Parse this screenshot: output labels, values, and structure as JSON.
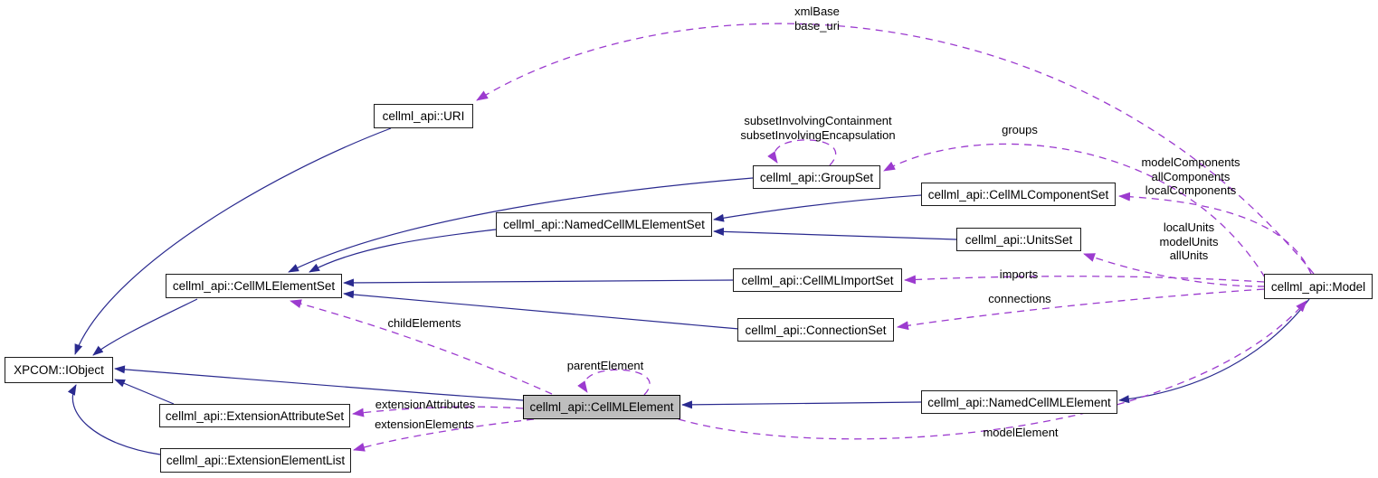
{
  "colors": {
    "inheritance_edge": "#2a2a8f",
    "usage_edge": "#9c3bcf",
    "node_border": "#1c1c1c",
    "node_fill": "#ffffff",
    "highlight_fill": "#bebebe",
    "background": "#ffffff",
    "text": "#000000"
  },
  "diagram": {
    "nodes": {
      "iobject": {
        "label": "XPCOM::IObject"
      },
      "uri": {
        "label": "cellml_api::URI"
      },
      "elementset": {
        "label": "cellml_api::CellMLElementSet"
      },
      "groupset": {
        "label": "cellml_api::GroupSet"
      },
      "namedset": {
        "label": "cellml_api::NamedCellMLElementSet"
      },
      "componentset": {
        "label": "cellml_api::CellMLComponentSet"
      },
      "unitsset": {
        "label": "cellml_api::UnitsSet"
      },
      "importset": {
        "label": "cellml_api::CellMLImportSet"
      },
      "connectionset": {
        "label": "cellml_api::ConnectionSet"
      },
      "element": {
        "label": "cellml_api::CellMLElement"
      },
      "namedelement": {
        "label": "cellml_api::NamedCellMLElement"
      },
      "extattrset": {
        "label": "cellml_api::ExtensionAttributeSet"
      },
      "extelemlist": {
        "label": "cellml_api::ExtensionElementList"
      },
      "model": {
        "label": "cellml_api::Model"
      }
    },
    "edge_labels": {
      "xml_base": "xmlBase\nbase_uri",
      "subset": "subsetInvolvingContainment\nsubsetInvolvingEncapsulation",
      "groups": "groups",
      "model_components": "modelComponents\nallComponents\nlocalComponents",
      "local_units": "localUnits\nmodelUnits\nallUnits",
      "imports": "imports",
      "connections": "connections",
      "child_elements": "childElements",
      "parent_element": "parentElement",
      "extension_attributes": "extensionAttributes",
      "extension_elements": "extensionElements",
      "model_element": "modelElement"
    }
  }
}
